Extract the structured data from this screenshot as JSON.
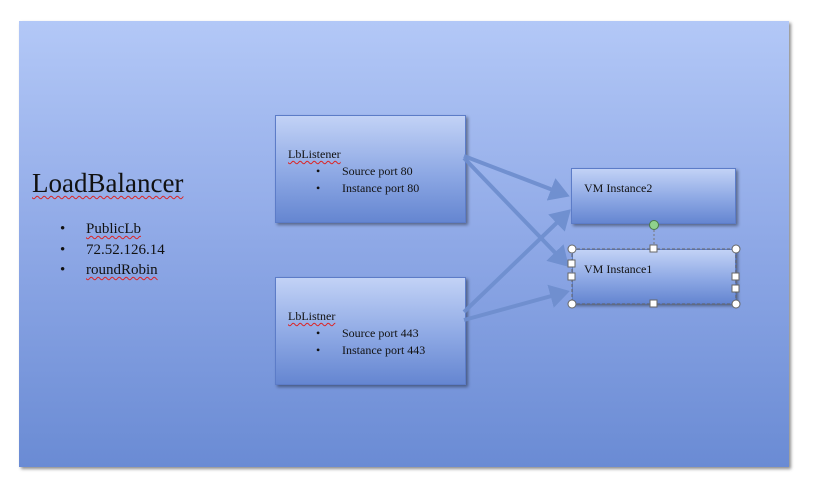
{
  "load_balancer": {
    "title": "LoadBalancer",
    "properties": [
      "PublicLb",
      "72.52.126.14",
      "roundRobin"
    ]
  },
  "listeners": [
    {
      "title": "LbListener",
      "items": [
        "Source port 80",
        "Instance port 80"
      ]
    },
    {
      "title": "LbListner",
      "items": [
        "Source port 443",
        "Instance port 443"
      ]
    }
  ],
  "instances": [
    {
      "label": "VM Instance2"
    },
    {
      "label": "VM Instance1"
    }
  ],
  "colors": {
    "background_top": "#b3c8f7",
    "background_bottom": "#6a8bd4",
    "arrow": "#6f8fcf",
    "spellcheck_underline": "#d22222",
    "rotate_handle": "#8fd18c"
  }
}
